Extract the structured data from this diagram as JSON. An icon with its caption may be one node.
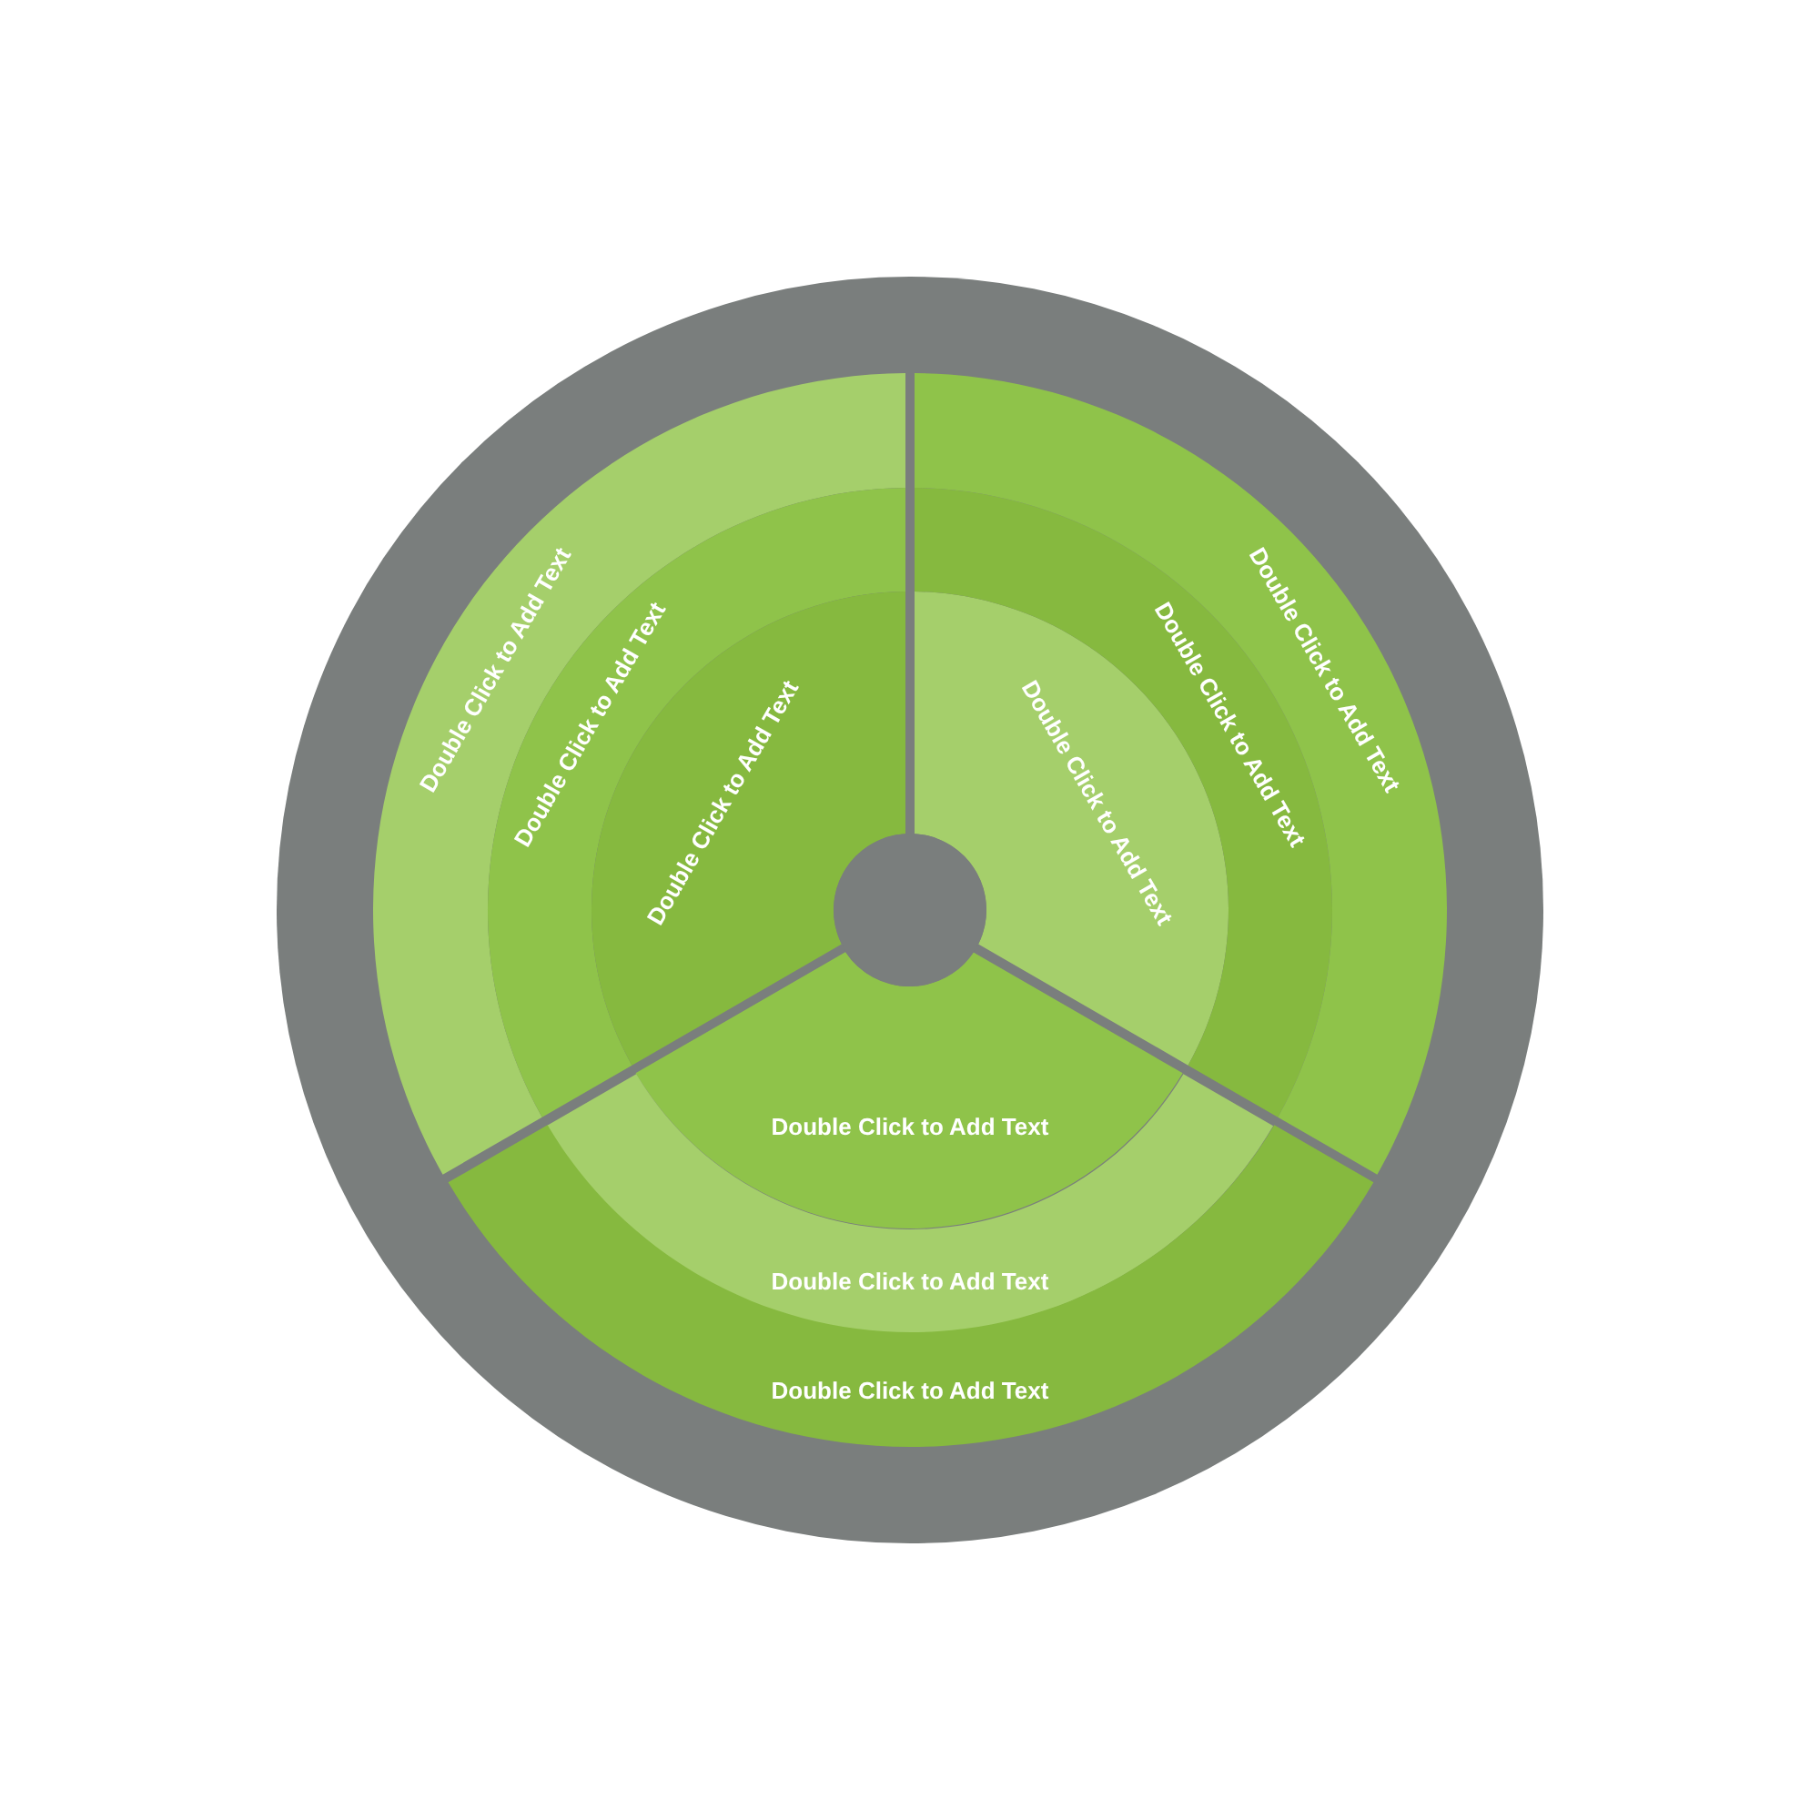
{
  "diagram": {
    "nodes": [
      {
        "text": [
          "Double Click to Add Text"
        ]
      },
      {
        "text": [
          "Double Click to Add Text"
        ]
      },
      {
        "text": [
          "Double Click to Add Text"
        ]
      },
      {
        "text": [
          "Double Click to Add Text"
        ]
      },
      {
        "text": [
          "Double Click to Add Text"
        ]
      },
      {
        "text": [
          "Double Click to Add Text"
        ]
      },
      {
        "text": [
          "Double Click to Add Text"
        ]
      },
      {
        "text": [
          "Double Click to Add Text"
        ]
      },
      {
        "text": [
          "Double Click to Add Text"
        ]
      },
      {
        "text": [],
        "shape": "circle"
      }
    ]
  }
}
